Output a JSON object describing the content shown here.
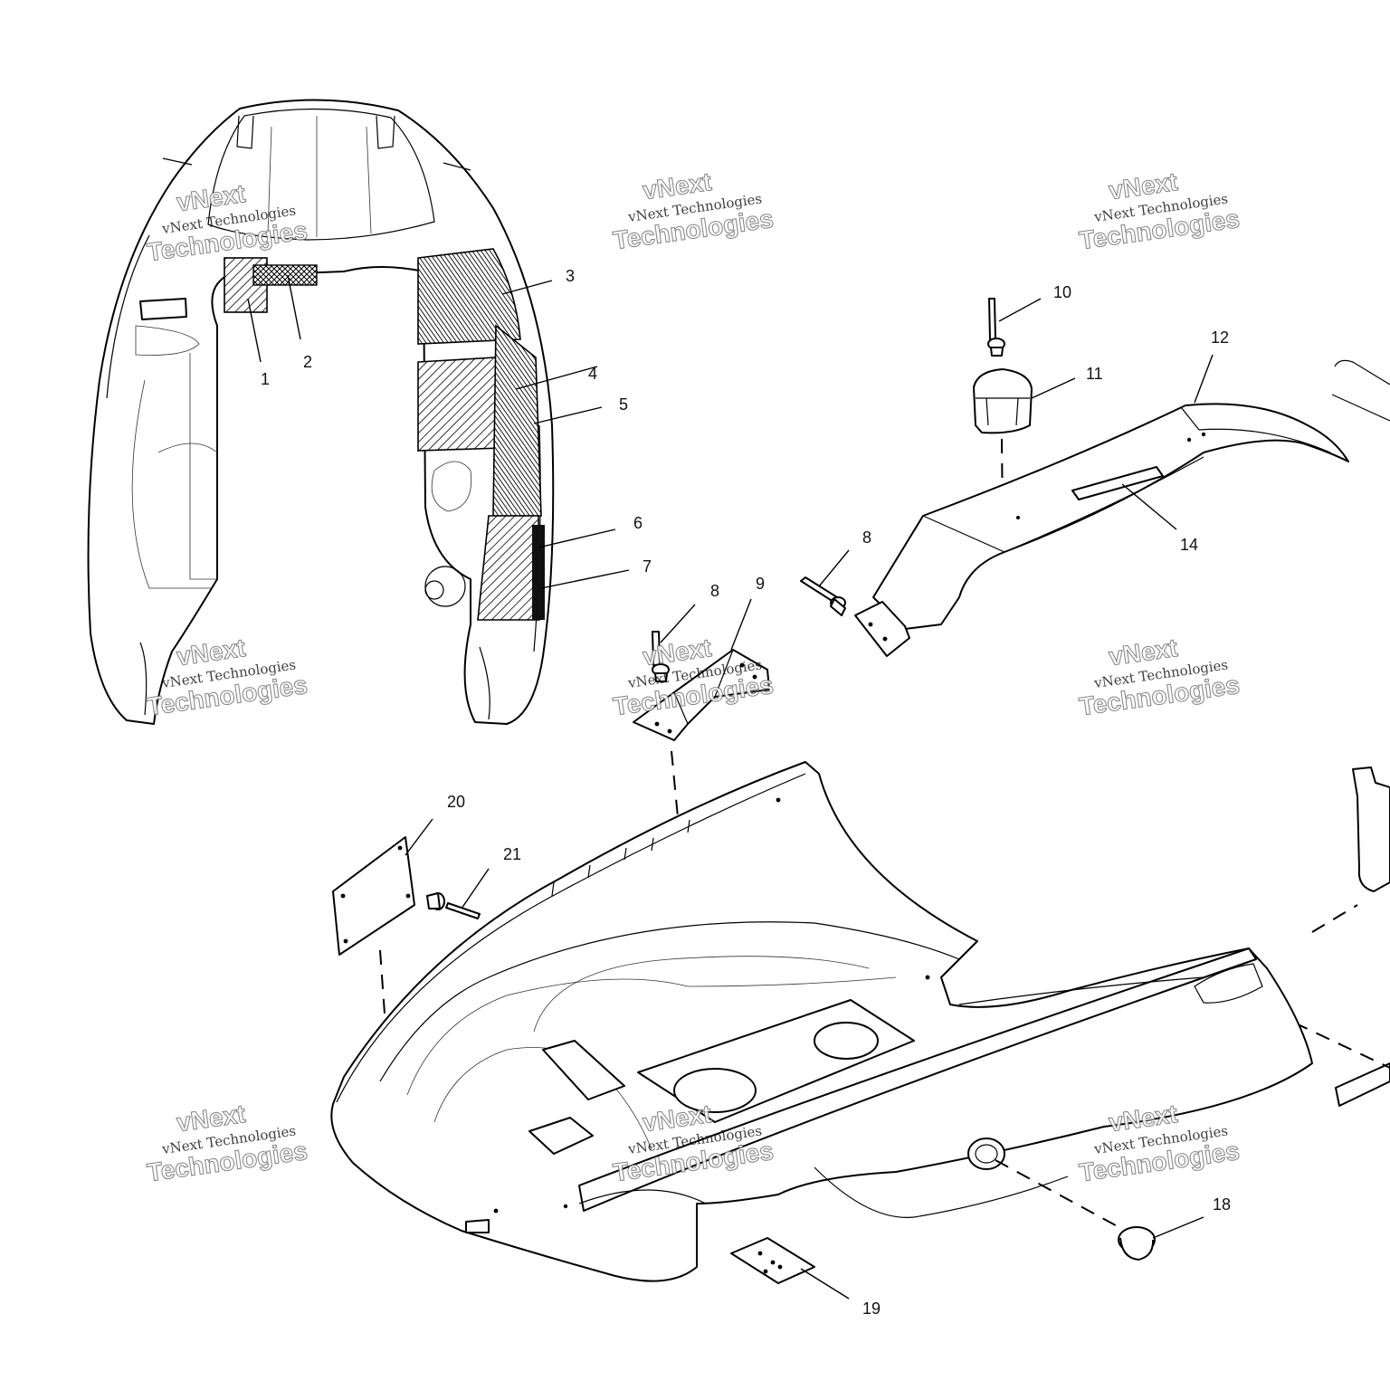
{
  "diagram": {
    "callouts": [
      "1",
      "2",
      "3",
      "4",
      "5",
      "6",
      "7",
      "8",
      "8",
      "9",
      "10",
      "11",
      "12",
      "14",
      "18",
      "19",
      "20",
      "21"
    ],
    "watermark": {
      "line1": "vNext Technologies",
      "line2": "vNext",
      "line3": "Technologies"
    }
  }
}
